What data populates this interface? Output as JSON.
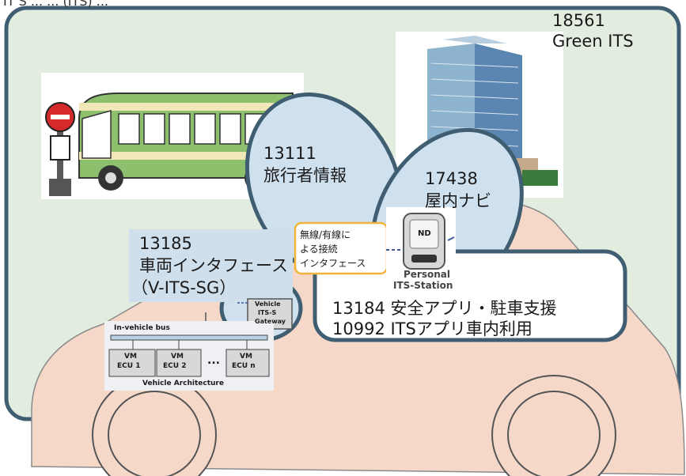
{
  "top_partial": "IT S ... ... (ITS) ...",
  "green_its": {
    "num": "18561",
    "title": "Green ITS"
  },
  "traveler": {
    "num": "13111",
    "title": "旅行者情報"
  },
  "indoor": {
    "num": "17438",
    "title": "屋内ナビ"
  },
  "vehicle_if": {
    "num": "13185",
    "title": "車両インタフェース",
    "sub": "（V-ITS-SG）"
  },
  "connection": {
    "line1": "無線/有線に",
    "line2": "よる接続",
    "line3": "インタフェース"
  },
  "apps": {
    "line1": "13184  安全アプリ・駐車支援",
    "line2": "10992  ITSアプリ車内利用"
  },
  "personal_station": {
    "badge": "ND",
    "line1": "Personal",
    "line2": "ITS-Station"
  },
  "gateway": {
    "line1": "Vehicle",
    "line2": "ITS-S",
    "line3": "Gateway"
  },
  "vehicle_arch": {
    "bus_label": "In-vehicle bus",
    "ecus": [
      {
        "top": "VM",
        "bottom": "ECU 1"
      },
      {
        "top": "VM",
        "bottom": "ECU 2"
      },
      {
        "top": "VM",
        "bottom": "ECU n"
      }
    ],
    "ellipsis": "...",
    "caption": "Vehicle Architecture"
  },
  "colors": {
    "green_bg": "#e2ede0",
    "border": "#3f5e72",
    "car": "#f6d8c8",
    "label_bg": "#cfdfeb",
    "conn_border": "#f0b43c"
  }
}
